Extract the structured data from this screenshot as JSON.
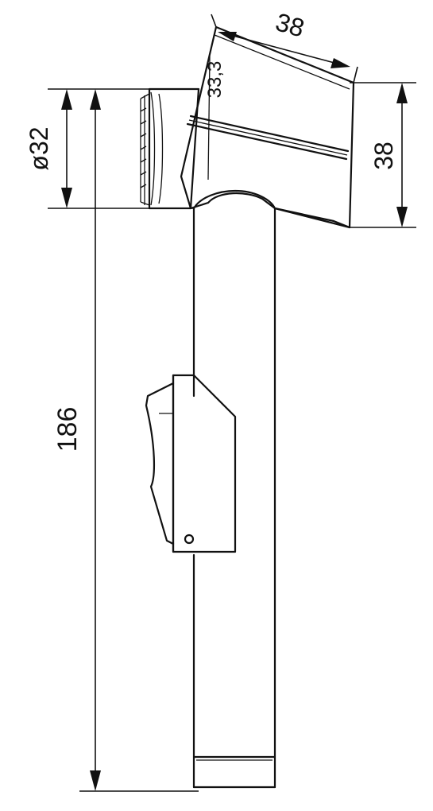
{
  "drawing": {
    "dimensions": {
      "total_height": "186",
      "head_diameter": "ø32",
      "head_width": "38",
      "head_height": "38",
      "head_face": "33,3"
    }
  }
}
